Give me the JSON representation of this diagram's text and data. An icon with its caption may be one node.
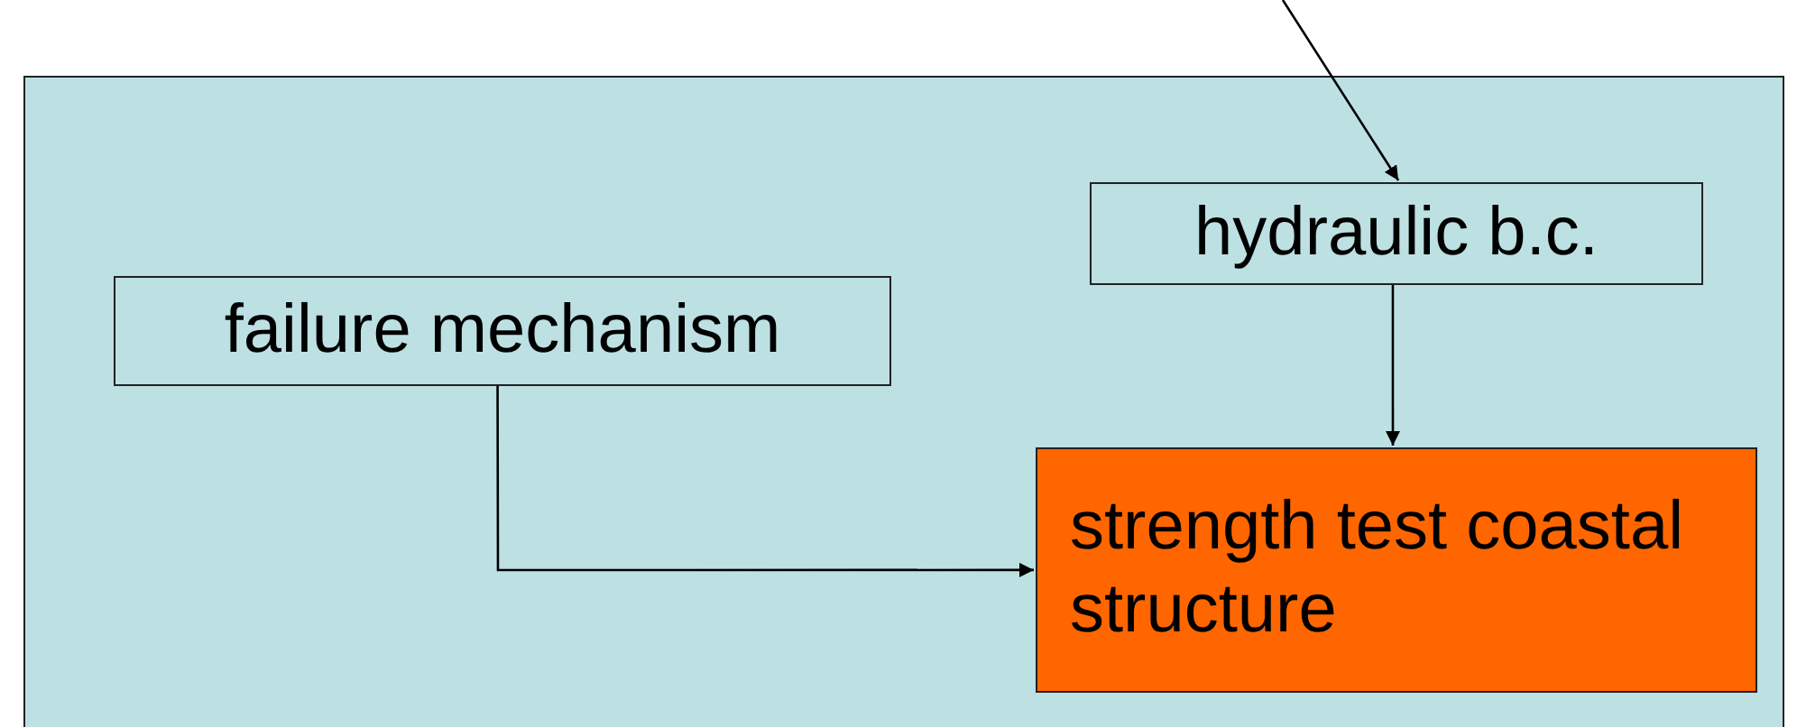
{
  "diagram": {
    "nodes": [
      {
        "text": [],
        "shape": "box"
      },
      {
        "text": [
          "hydraulic b.c."
        ],
        "in": 0
      },
      {
        "text": [
          "failure mechanism"
        ],
        "in": 0
      },
      {
        "text": [
          "strength test coastal structure"
        ],
        "in": 0
      }
    ],
    "edges": [
      {
        "from": null,
        "to": 1,
        "arrow": "to"
      },
      {
        "from": 1,
        "to": 3,
        "arrow": "to"
      },
      {
        "from": 2,
        "to": 3,
        "arrow": "to"
      }
    ]
  }
}
